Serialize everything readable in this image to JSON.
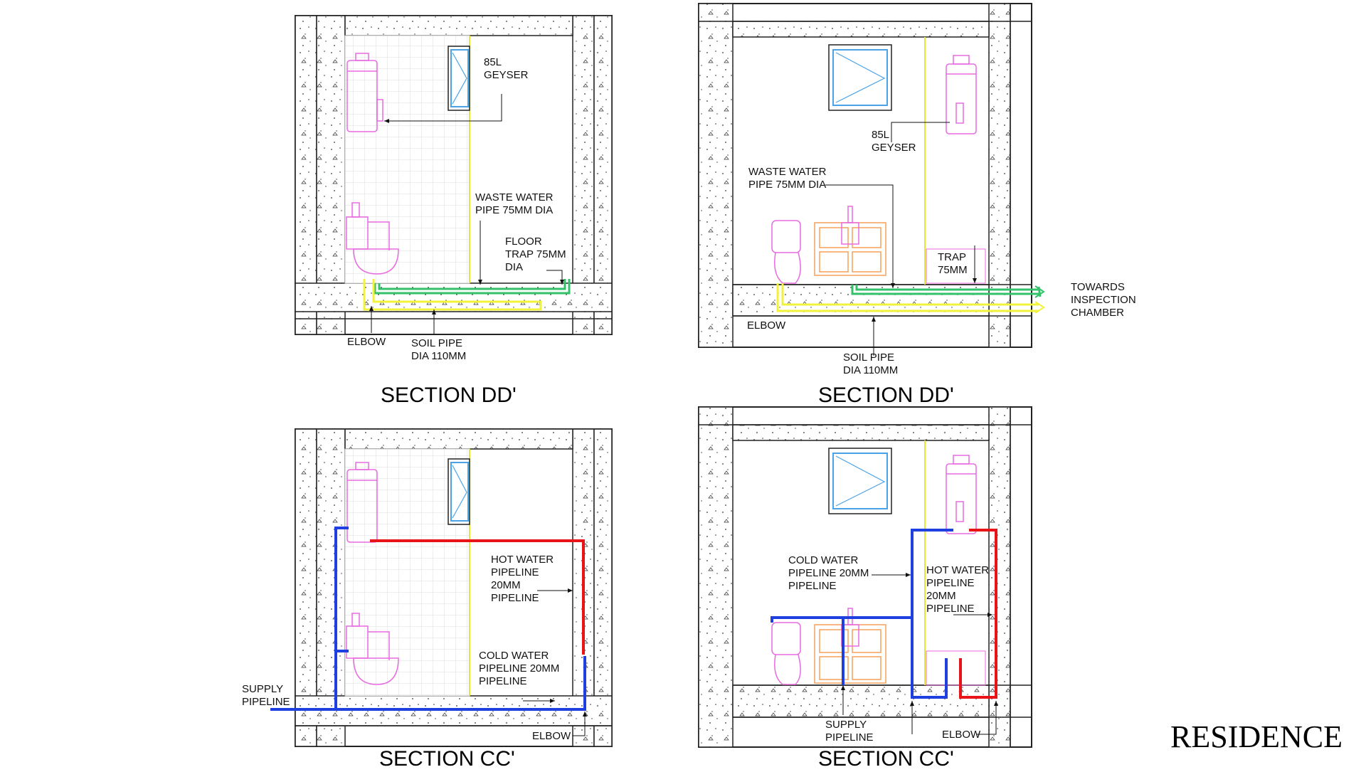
{
  "brand": "RESIDENCE",
  "colors": {
    "hot_water": "#e8141a",
    "cold_water": "#1f3fe0",
    "waste_water": "#33c26a",
    "soil_pipe": "#f2f23a",
    "fixtures": "#e86ae0",
    "vanity": "#f5a05a",
    "window": "#4aa3e8",
    "wall_line": "#222222"
  },
  "panels": [
    {
      "title": "SECTION DD'",
      "labels": {
        "geyser": [
          "85L",
          "GEYSER"
        ],
        "waste_pipe": [
          "WASTE WATER",
          "PIPE 75MM DIA"
        ],
        "floor_trap": [
          "FLOOR",
          "TRAP 75MM",
          "DIA"
        ],
        "elbow": [
          "ELBOW"
        ],
        "soil_pipe": [
          "SOIL PIPE",
          "DIA 110MM"
        ]
      }
    },
    {
      "title": "SECTION DD'",
      "labels": {
        "geyser": [
          "85L",
          "GEYSER"
        ],
        "waste_pipe": [
          "WASTE WATER",
          "PIPE 75MM DIA"
        ],
        "trap": [
          "TRAP",
          "75MM"
        ],
        "towards": [
          "TOWARDS",
          "INSPECTION",
          "CHAMBER"
        ],
        "elbow": [
          "ELBOW"
        ],
        "soil_pipe": [
          "SOIL PIPE",
          "DIA 110MM"
        ]
      }
    },
    {
      "title": "SECTION CC'",
      "labels": {
        "hot_water": [
          "HOT WATER",
          "PIPELINE",
          "20MM",
          "PIPELINE"
        ],
        "cold_water": [
          "COLD WATER",
          "PIPELINE 20MM",
          "PIPELINE"
        ],
        "supply": [
          "SUPPLY",
          "PIPELINE"
        ],
        "elbow": [
          "ELBOW"
        ]
      }
    },
    {
      "title": "SECTION CC'",
      "labels": {
        "cold_water": [
          "COLD WATER",
          "PIPELINE 20MM",
          "PIPELINE"
        ],
        "hot_water": [
          "HOT WATER",
          "PIPELINE",
          "20MM",
          "PIPELINE"
        ],
        "supply": [
          "SUPPLY",
          "PIPELINE"
        ],
        "elbow": [
          "ELBOW"
        ]
      }
    }
  ]
}
